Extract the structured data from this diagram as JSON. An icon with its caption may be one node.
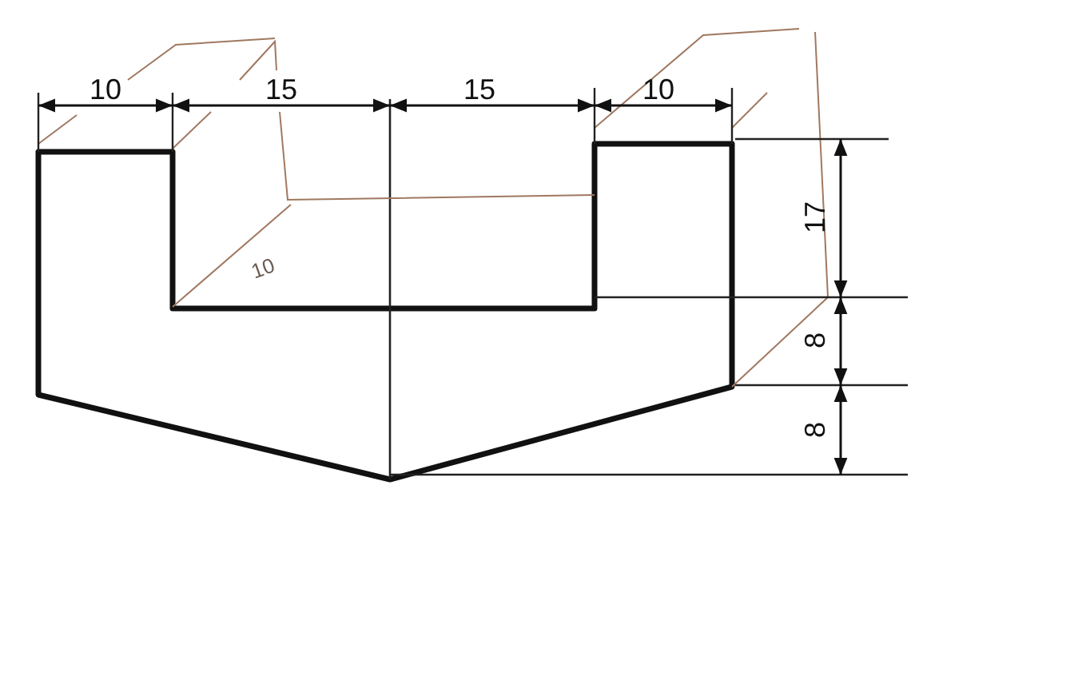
{
  "diagram": {
    "labels": [
      "10",
      "15",
      "15",
      "10",
      "17",
      "10",
      "8",
      "8"
    ]
  }
}
